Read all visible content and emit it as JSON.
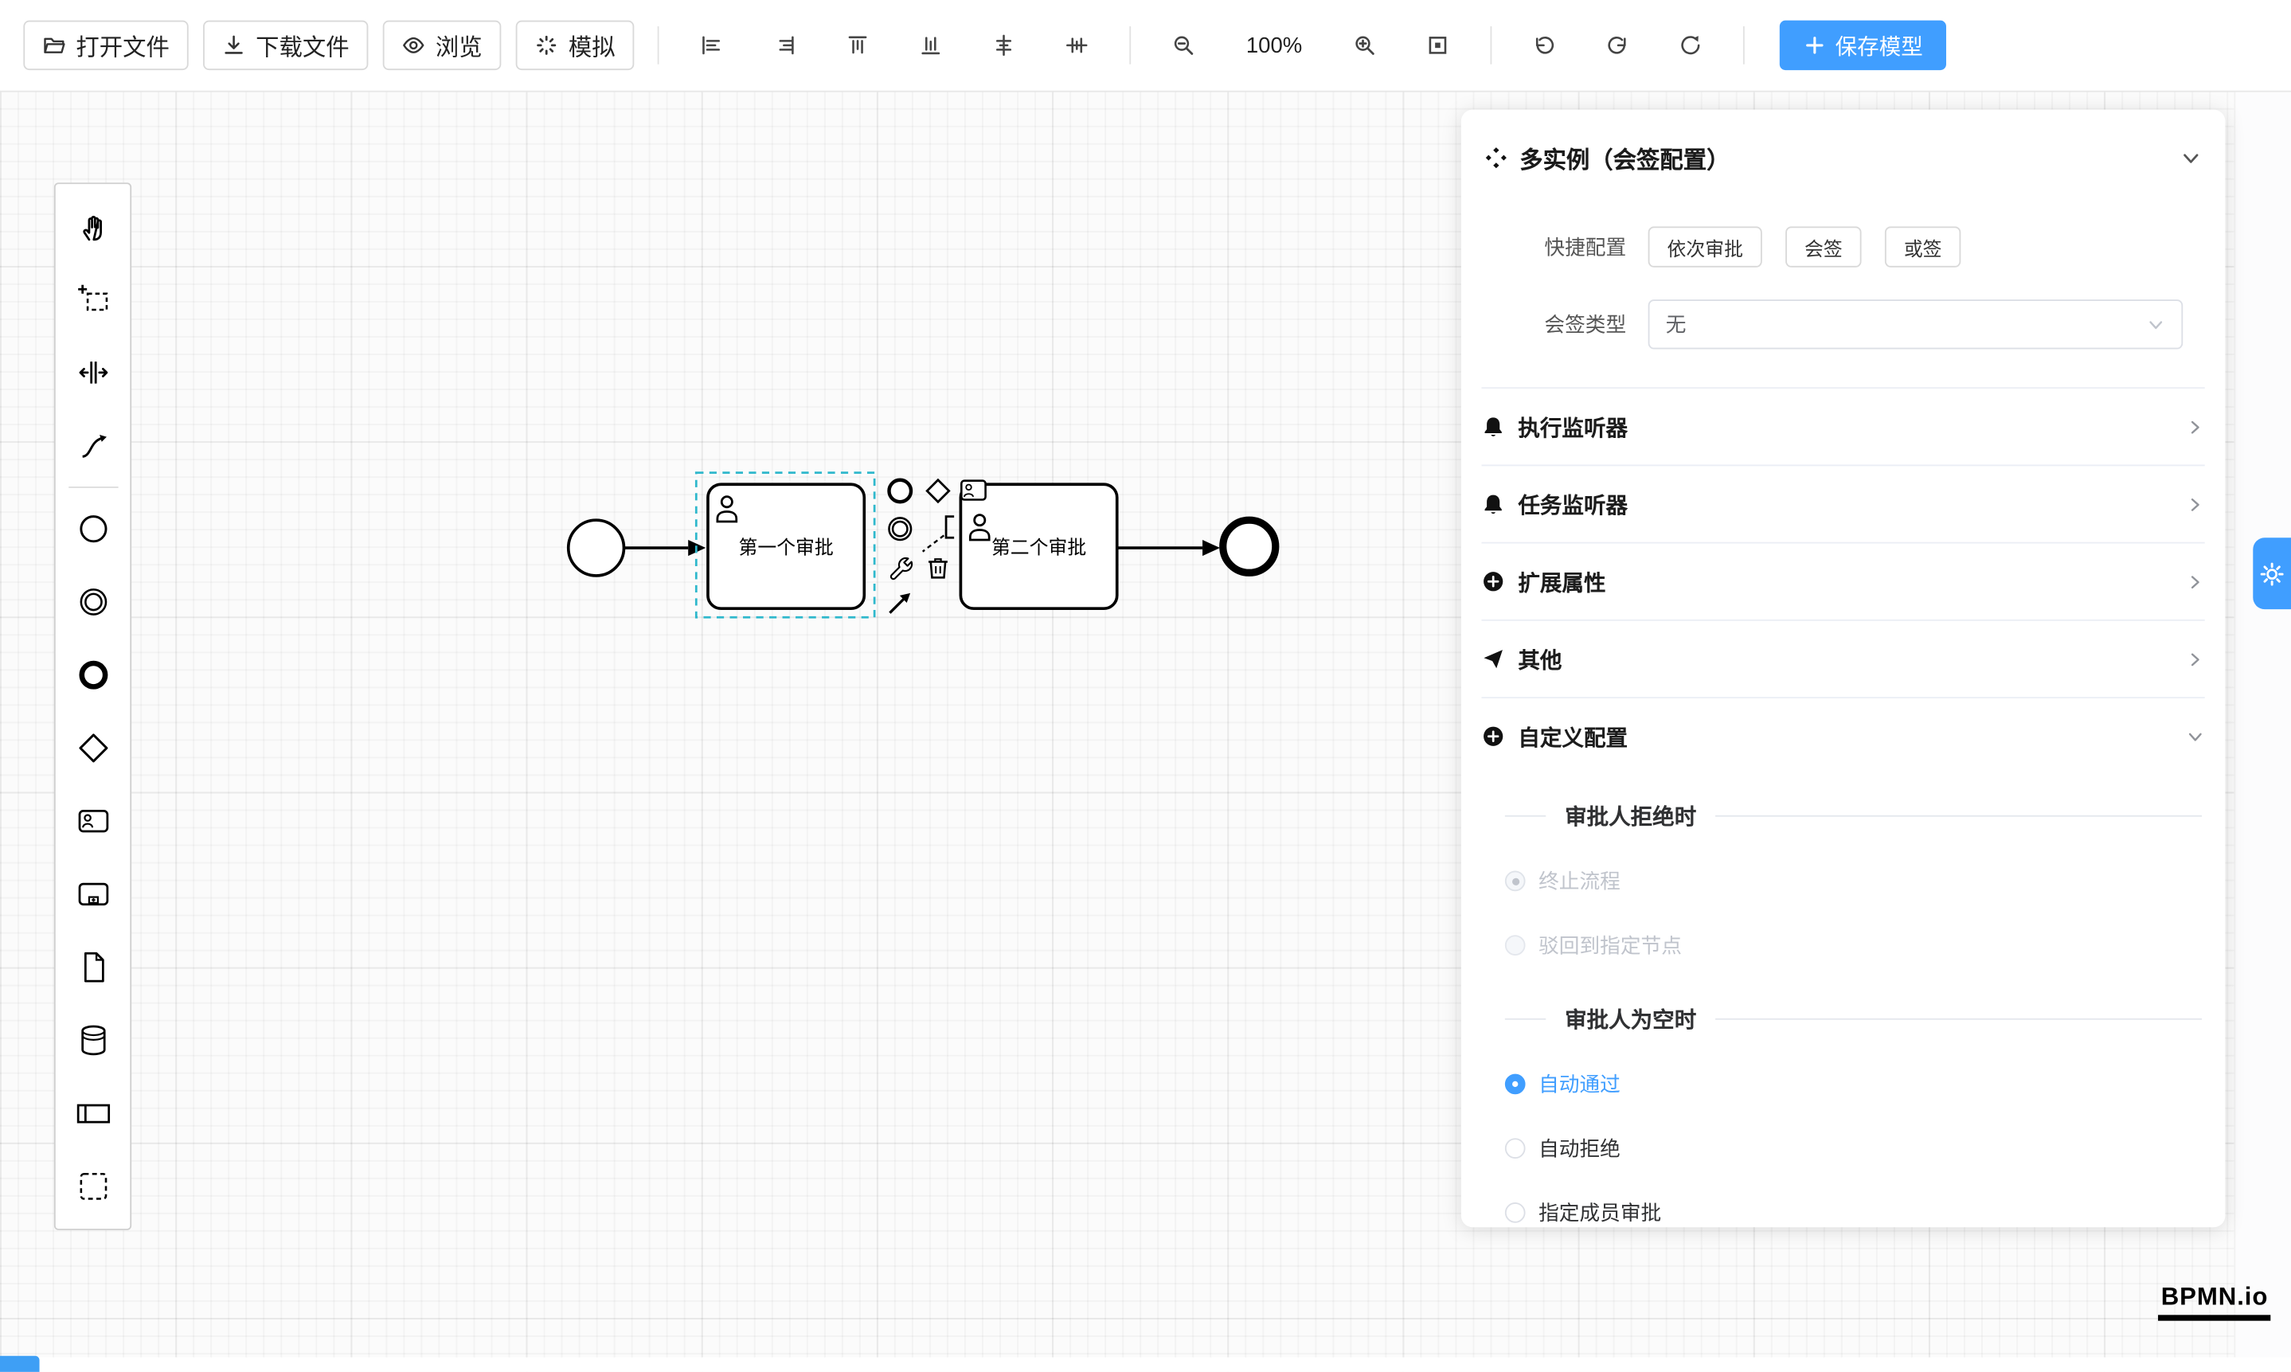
{
  "toolbar": {
    "open_label": "打开文件",
    "download_label": "下载文件",
    "preview_label": "浏览",
    "simulate_label": "模拟",
    "zoom_level": "100%",
    "save_label": "保存模型",
    "icon_names": [
      "folder-open-icon",
      "download-icon",
      "eye-icon",
      "spinner-icon",
      "align-left-icon",
      "align-right-icon",
      "align-top-icon",
      "align-bottom-icon",
      "align-h-center-icon",
      "align-v-center-icon",
      "zoom-out-icon",
      "zoom-in-icon",
      "fit-viewport-icon",
      "undo-icon",
      "redo-icon",
      "refresh-icon",
      "plus-icon"
    ]
  },
  "palette": {
    "tools": [
      "hand-tool",
      "lasso-tool",
      "space-tool",
      "global-connect-tool"
    ],
    "elements": [
      "start-event",
      "intermediate-event",
      "end-event",
      "gateway",
      "user-task",
      "subprocess",
      "data-object",
      "data-store",
      "participant",
      "group"
    ]
  },
  "diagram": {
    "task1_label": "第一个审批",
    "task2_label": "第二个审批",
    "elements": [
      "start-event",
      "sequence-flow",
      "user-task-selected",
      "user-task",
      "sequence-flow",
      "end-event"
    ]
  },
  "context_pad": [
    "append-end-event",
    "append-gateway",
    "append-user-task",
    "append-intermediate-event",
    "text-annotation",
    "change-type-wrench",
    "delete-trash",
    "connect-arrow"
  ],
  "panel": {
    "title": "多实例（会签配置）",
    "quick_label": "快捷配置",
    "quick_options": [
      "依次审批",
      "会签",
      "或签"
    ],
    "sign_type_label": "会签类型",
    "sign_type_value": "无",
    "sections": [
      {
        "label": "执行监听器",
        "icon": "bell-icon"
      },
      {
        "label": "任务监听器",
        "icon": "bell-icon"
      },
      {
        "label": "扩展属性",
        "icon": "plus-circle-icon"
      },
      {
        "label": "其他",
        "icon": "send-icon"
      },
      {
        "label": "自定义配置",
        "icon": "plus-circle-icon"
      }
    ],
    "reject_divider": "审批人拒绝时",
    "reject_options": [
      {
        "label": "终止流程",
        "checked": true,
        "disabled": true
      },
      {
        "label": "驳回到指定节点",
        "checked": false,
        "disabled": true
      }
    ],
    "empty_divider": "审批人为空时",
    "empty_options": [
      {
        "label": "自动通过",
        "checked": true,
        "disabled": false
      },
      {
        "label": "自动拒绝",
        "checked": false,
        "disabled": false
      },
      {
        "label": "指定成员审批",
        "checked": false,
        "disabled": false
      }
    ]
  },
  "logo": {
    "text": "BPMN.io"
  },
  "colors": {
    "primary": "#409eff",
    "selection": "#2fb8cc",
    "shape_stroke": "#000000",
    "panel_bg": "#ffffff"
  }
}
